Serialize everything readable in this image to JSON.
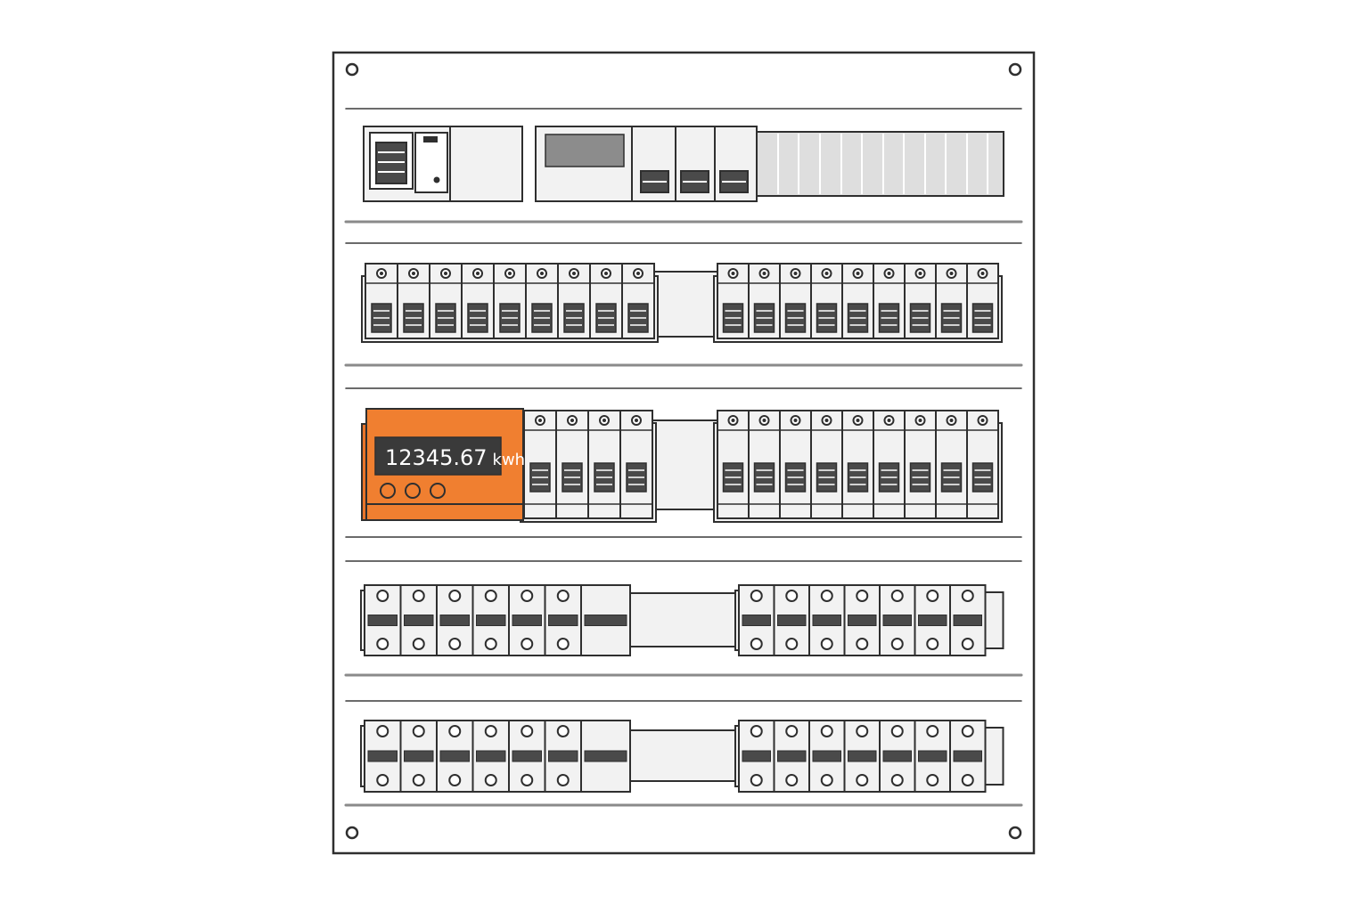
{
  "panel": {
    "meter": {
      "reading": "12345.67",
      "unit": "kwh",
      "buttons": 3
    },
    "rows": [
      {
        "name": "row-1-main-equipment"
      },
      {
        "name": "row-2-breakers",
        "left_count": 9,
        "right_count": 9
      },
      {
        "name": "row-3-meter-breakers",
        "left_count": 4,
        "right_count": 9
      },
      {
        "name": "row-4-terminals",
        "left_count": 6,
        "right_count": 7
      },
      {
        "name": "row-5-terminals",
        "left_count": 6,
        "right_count": 7
      }
    ],
    "colors": {
      "outline": "#2f2f2f",
      "module_fill": "#f2f2f2",
      "handle_fill": "#4a4a4a",
      "rail": "#8a8a8a",
      "meter_body": "#f07f30",
      "meter_display": "#3a3a3a",
      "meter_text": "#ffffff"
    }
  }
}
